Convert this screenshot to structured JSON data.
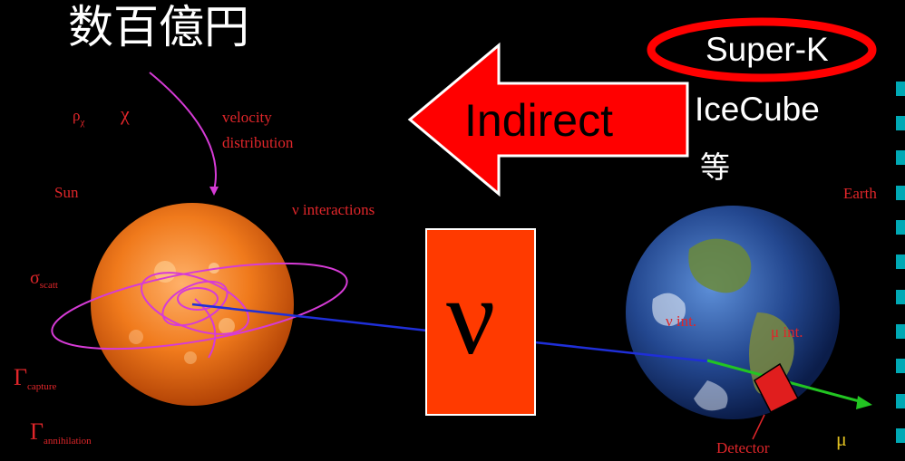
{
  "title": "数百億円",
  "experiments": {
    "highlighted": "Super-K",
    "second": "IceCube",
    "etc": "等"
  },
  "arrow_label": "Indirect",
  "neutrino_symbol": "ν",
  "sun_labels": {
    "density": "ρ",
    "density_sub": "χ",
    "chi": "χ",
    "velocity_line1": "velocity",
    "velocity_line2": "distribution",
    "sun": "Sun",
    "nu_interactions": "ν interactions",
    "sigma": "σ",
    "sigma_sub": "scatt",
    "gamma_capture": "Γ",
    "gamma_capture_sub": "capture",
    "gamma_annihilation": "Γ",
    "gamma_annihilation_sub": "annihilation"
  },
  "earth_labels": {
    "earth": "Earth",
    "nu_int": "ν int.",
    "mu_int": "μ int.",
    "detector": "Detector",
    "mu": "μ"
  },
  "colors": {
    "background": "#000000",
    "label_red": "#e0262a",
    "arrow_red": "#ff0000",
    "nu_box": "#ff3a00",
    "orbit_magenta": "#d63bd6",
    "trajectory_blue": "#1f2fd8",
    "muon_green": "#22c522",
    "side_squares": "#00a9b5"
  }
}
